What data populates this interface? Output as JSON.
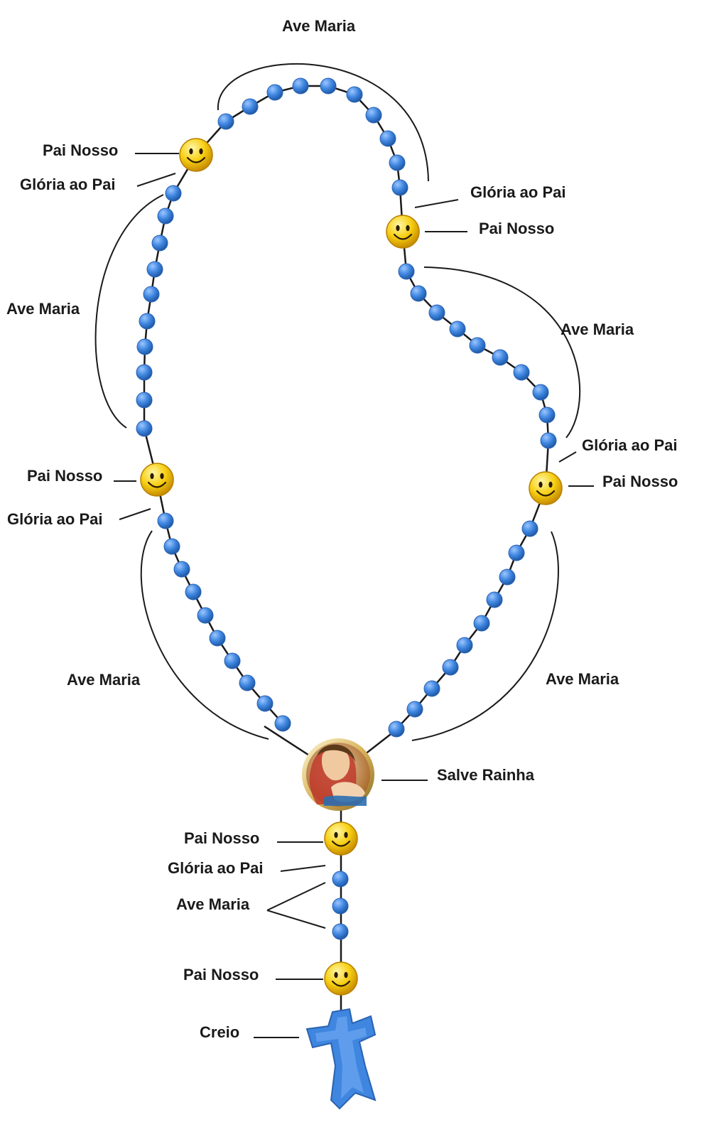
{
  "labels": {
    "ave_maria_top": "Ave Maria",
    "pai_nosso_1": "Pai Nosso",
    "gloria_1": "Glória ao Pai",
    "ave_maria_left_upper": "Ave Maria",
    "gloria_right_upper": "Glória ao Pai",
    "pai_nosso_right_upper": "Pai Nosso",
    "ave_maria_right_upper": "Ave Maria",
    "gloria_right_mid": "Glória ao Pai",
    "pai_nosso_right_mid": "Pai Nosso",
    "pai_nosso_left_mid": "Pai Nosso",
    "gloria_left_mid": "Glória ao Pai",
    "ave_maria_left_lower": "Ave Maria",
    "ave_maria_right_lower": "Ave Maria",
    "salve_rainha": "Salve Rainha",
    "pai_nosso_pendant_1": "Pai Nosso",
    "gloria_pendant": "Glória ao Pai",
    "ave_maria_pendant": "Ave Maria",
    "pai_nosso_pendant_2": "Pai Nosso",
    "creio": "Creio"
  },
  "colors": {
    "bead": "#3f86e0",
    "smiley": "#f5c400",
    "cross": "#3f86e0",
    "cord": "#1a1a1a"
  },
  "icons": {
    "small_bead": "blue-bead",
    "large_bead": "smiley-face",
    "centerpiece": "madonna-and-child-medallion",
    "pendant": "cross"
  }
}
